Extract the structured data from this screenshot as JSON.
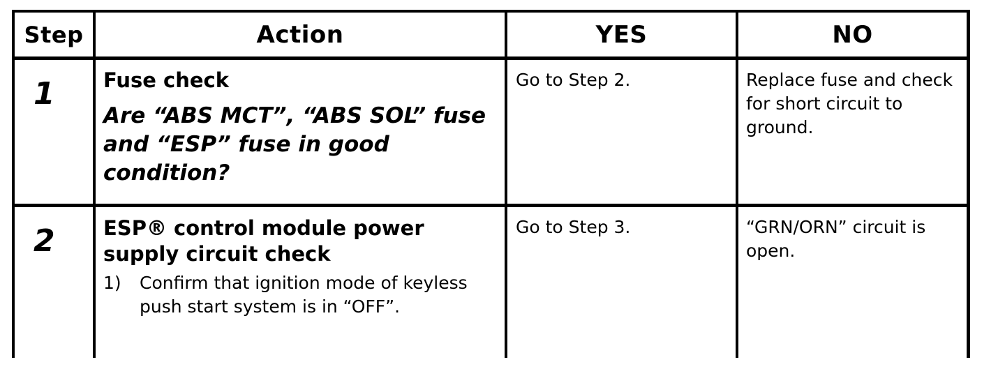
{
  "table": {
    "headers": {
      "step": "Step",
      "action": "Action",
      "yes": "YES",
      "no": "NO"
    },
    "rows": [
      {
        "step": "1",
        "title": "Fuse check",
        "question": "Are “ABS MCT”, “ABS SOL” fuse and “ESP” fuse in good condition?",
        "yes": "Go to Step 2.",
        "no": "Replace fuse and check for short circuit to ground."
      },
      {
        "step": "2",
        "title": "ESP® control module power supply circuit check",
        "substeps": [
          {
            "num": "1)",
            "text": "Confirm that ignition mode of keyless push start system is in “OFF”."
          }
        ],
        "yes": "Go to Step 3.",
        "no": "“GRN/ORN” circuit is open."
      }
    ]
  }
}
